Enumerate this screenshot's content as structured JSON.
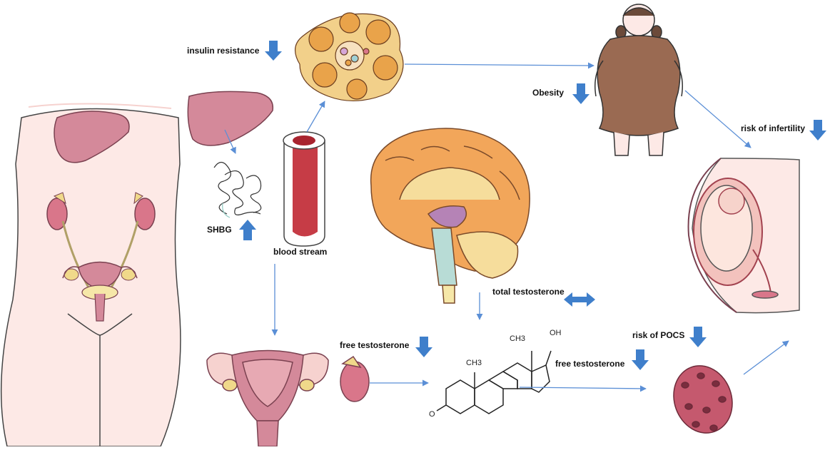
{
  "labels": {
    "insulin_resistance": "insulin resistance",
    "obesity": "Obesity",
    "risk_infertility": "risk of infertility",
    "shbg": "SHBG",
    "blood_stream": "blood stream",
    "total_testosterone": "total testosterone",
    "free_testosterone_uterus": "free testosterone",
    "risk_pocs": "risk of POCS",
    "free_testosterone_ovary": "free testosterone"
  },
  "molecule": {
    "ch3_top": "CH3",
    "ch3_mid": "CH3",
    "oh": "OH",
    "o": "O"
  },
  "colors": {
    "arrow_line": "#5b8fd6",
    "indicator": "#3f7fcb",
    "organ_pink": "#d4899a",
    "skin": "#fde9e6",
    "brain_orange": "#f2a65a",
    "fat_cell": "#e9a34a",
    "dress_brown": "#9a6a52",
    "blood_red": "#c63c46"
  },
  "indicators": {
    "insulin_resistance": "down",
    "obesity": "down",
    "risk_infertility": "down",
    "shbg": "up",
    "total_testosterone": "both",
    "free_testosterone_uterus": "down",
    "risk_pocs": "down",
    "free_testosterone_ovary": "down"
  }
}
